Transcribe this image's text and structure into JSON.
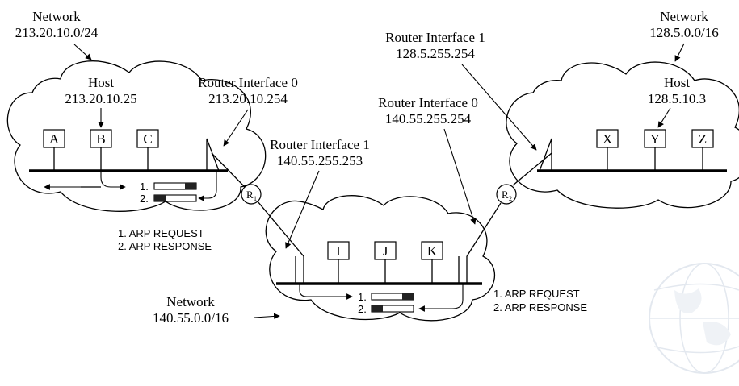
{
  "left_network": {
    "title": "Network",
    "address": "213.20.10.0/24",
    "host_title": "Host",
    "host_address": "213.20.10.25",
    "hosts": [
      "A",
      "B",
      "C"
    ],
    "router_interface_title": "Router Interface 0",
    "router_interface_address": "213.20.10.254",
    "steps": [
      "1. ARP REQUEST",
      "2. ARP RESPONSE"
    ],
    "packet_numbers": [
      "1.",
      "2."
    ]
  },
  "middle_network": {
    "title": "Network",
    "address": "140.55.0.0/16",
    "hosts": [
      "I",
      "J",
      "K"
    ],
    "left_interface_title": "Router Interface 1",
    "left_interface_address": "140.55.255.253",
    "right_interface_title": "Router Interface 0",
    "right_interface_address": "140.55.255.254",
    "steps": [
      "1. ARP REQUEST",
      "2. ARP RESPONSE"
    ],
    "packet_numbers": [
      "1.",
      "2."
    ]
  },
  "right_network": {
    "title": "Network",
    "address": "128.5.0.0/16",
    "host_title": "Host",
    "host_address": "128.5.10.3",
    "hosts": [
      "X",
      "Y",
      "Z"
    ],
    "router_interface_title": "Router Interface 1",
    "router_interface_address": "128.5.255.254"
  },
  "routers": {
    "r1": {
      "letter": "R",
      "sub": "1"
    },
    "r2": {
      "letter": "R",
      "sub": "2"
    }
  },
  "colors": {
    "ink": "#000000",
    "watermark": "#cdd6e2"
  },
  "icons": [
    "globe-watermark-icon"
  ]
}
